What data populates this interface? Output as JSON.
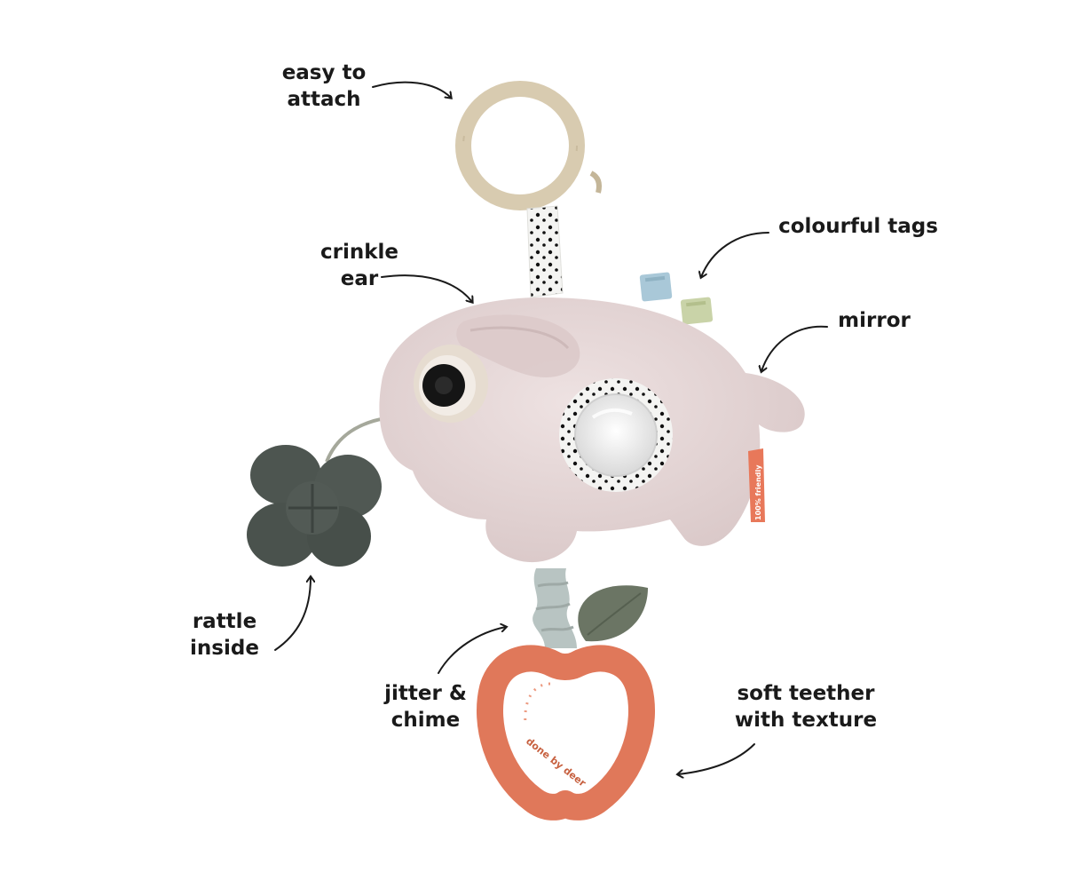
{
  "callouts": {
    "easy_to_attach": [
      "easy to",
      "attach"
    ],
    "crinkle_ear": [
      "crinkle",
      "ear"
    ],
    "colourful_tags": [
      "colourful tags"
    ],
    "mirror": [
      "mirror"
    ],
    "rattle_inside": [
      "rattle",
      "inside"
    ],
    "jitter_chime": [
      "jitter &",
      "chime"
    ],
    "soft_teether": [
      "soft teether",
      "with texture"
    ]
  },
  "product_print": {
    "care_tag": "100% friendly",
    "teether_brand": "done by deer"
  },
  "colors": {
    "background": "#ffffff",
    "text": "#1a1a1a",
    "plush_pink": "#e7d8d8",
    "wood_ring": "#d8cbb0",
    "teether_orange": "#e0785a",
    "rattle_grey": "#4d5550",
    "tag_blue": "#a9c8d8",
    "tag_green": "#c9d3a8",
    "ribbon_grey": "#b8c4c2"
  }
}
